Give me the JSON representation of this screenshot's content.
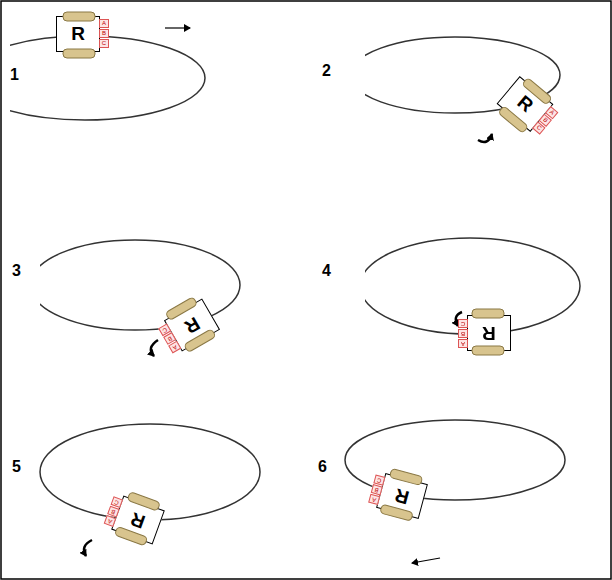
{
  "diagram": {
    "nodes": [
      {
        "text": [
          "R"
        ]
      },
      {
        "text": [
          "A"
        ],
        "in": 0
      },
      {
        "text": [
          "B"
        ],
        "in": 0
      },
      {
        "text": [
          "C"
        ],
        "in": 0
      },
      {
        "text": [
          "R"
        ]
      },
      {
        "text": [
          "A"
        ],
        "in": 4
      },
      {
        "text": [
          "B"
        ],
        "in": 4
      },
      {
        "text": [
          "C"
        ],
        "in": 4
      },
      {
        "text": [
          "R"
        ]
      },
      {
        "text": [
          "A"
        ],
        "in": 8
      },
      {
        "text": [
          "B"
        ],
        "in": 8
      },
      {
        "text": [
          "C"
        ],
        "in": 8
      },
      {
        "text": [
          "R"
        ]
      },
      {
        "text": [
          "A"
        ],
        "in": 12
      },
      {
        "text": [
          "B"
        ],
        "in": 12
      },
      {
        "text": [
          "C"
        ],
        "in": 12
      },
      {
        "text": [
          "R"
        ]
      },
      {
        "text": [
          "A"
        ],
        "in": 16
      },
      {
        "text": [
          "B"
        ],
        "in": 16
      },
      {
        "text": [
          "C"
        ],
        "in": 16
      },
      {
        "text": [
          "R"
        ]
      },
      {
        "text": [
          "A"
        ],
        "in": 20
      },
      {
        "text": [
          "B"
        ],
        "in": 20
      },
      {
        "text": [
          "C"
        ],
        "in": 20
      }
    ],
    "labels": [
      "1",
      "2",
      "3",
      "4",
      "5",
      "6"
    ]
  }
}
